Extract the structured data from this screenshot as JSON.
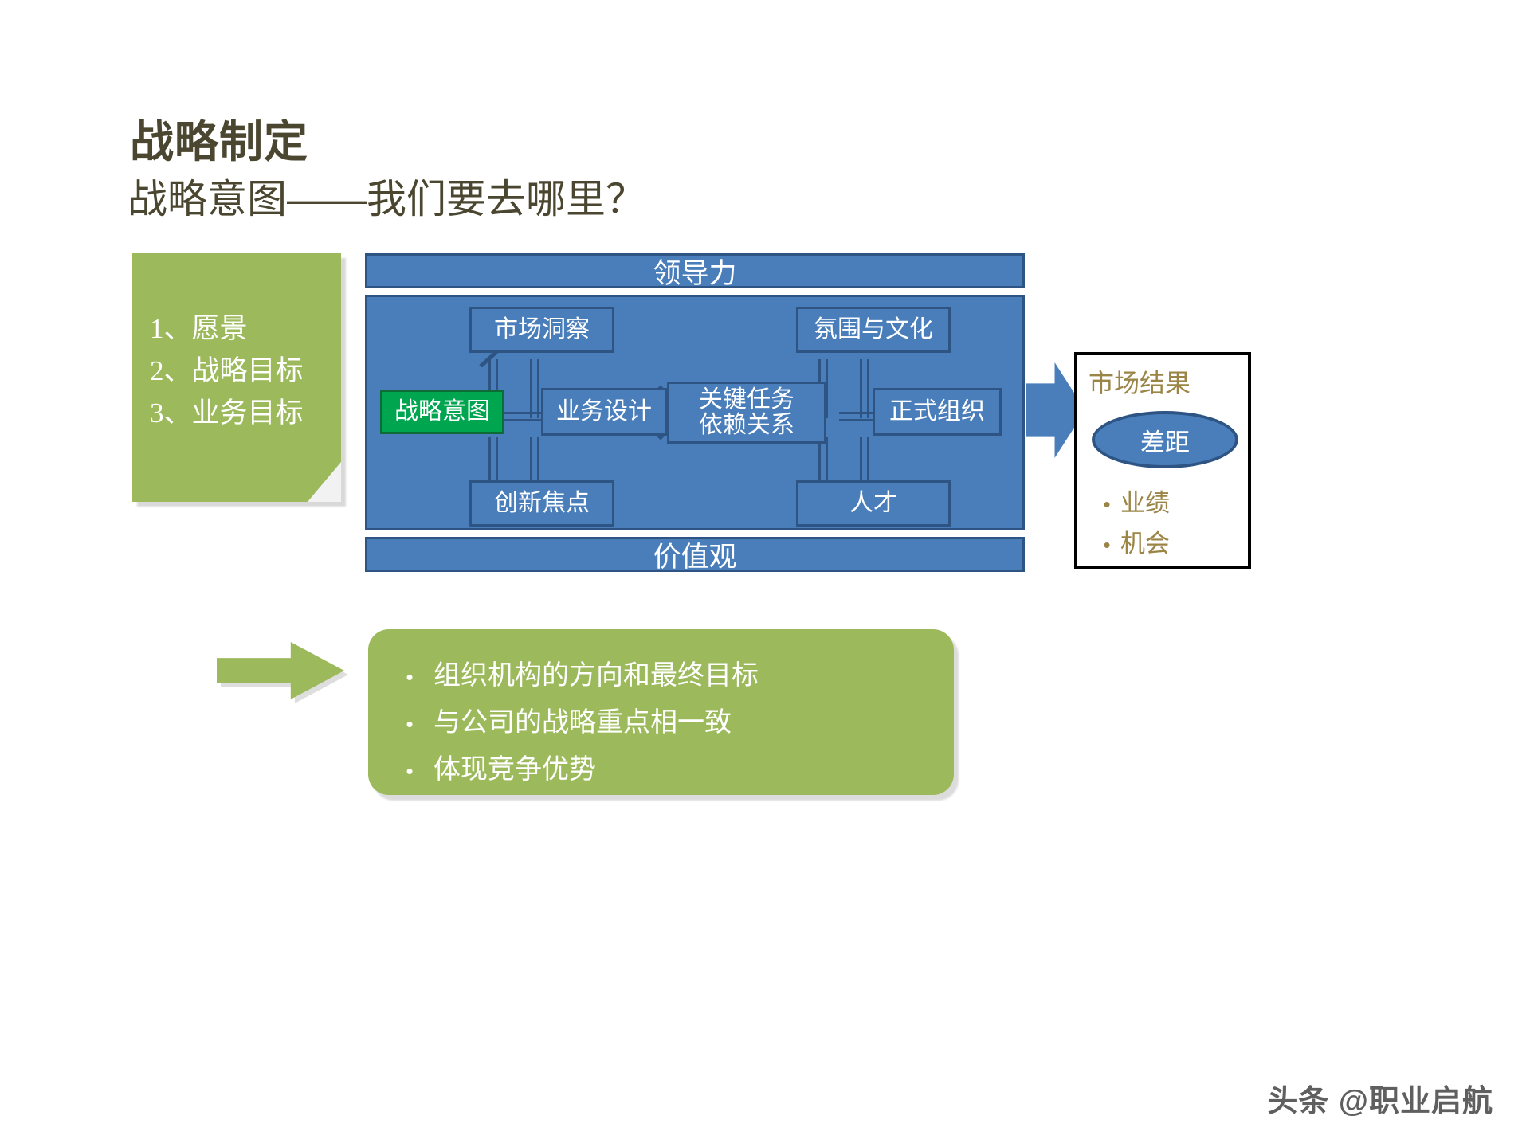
{
  "slide": {
    "title": "战略制定",
    "subtitle": "战略意图——我们要去哪里？",
    "title_color": "#4a462f"
  },
  "sticky_note": {
    "color": "#9cba5b",
    "items": [
      "1、愿景",
      "2、战略目标",
      "3、业务目标"
    ]
  },
  "blm_diagram": {
    "accent_color": "#4a7ebb",
    "border_color": "#2e5484",
    "highlight_color": "#00a550",
    "leadership_bar": "领导力",
    "values_bar": "价值观",
    "nodes": {
      "market_insight": "市场洞察",
      "strategic_intent": "战略意图",
      "business_design": "业务设计",
      "innovation_focus": "创新焦点",
      "atmosphere_culture": "氛围与文化",
      "key_task_dependency_line1": "关键任务",
      "key_task_dependency_line2": "依赖关系",
      "formal_organization": "正式组织",
      "talent": "人才"
    }
  },
  "market_results": {
    "title": "市场结果",
    "title_color": "#9a8546",
    "gap_label": "差距",
    "bullets": [
      "业绩",
      "机会"
    ],
    "bullet_char": "•"
  },
  "bottom_panel": {
    "color": "#9cba5b",
    "bullet_char": "•",
    "items": [
      "组织机构的方向和最终目标",
      "与公司的战略重点相一致",
      "体现竞争优势"
    ]
  },
  "watermark": {
    "text": "头条 @职业启航"
  }
}
